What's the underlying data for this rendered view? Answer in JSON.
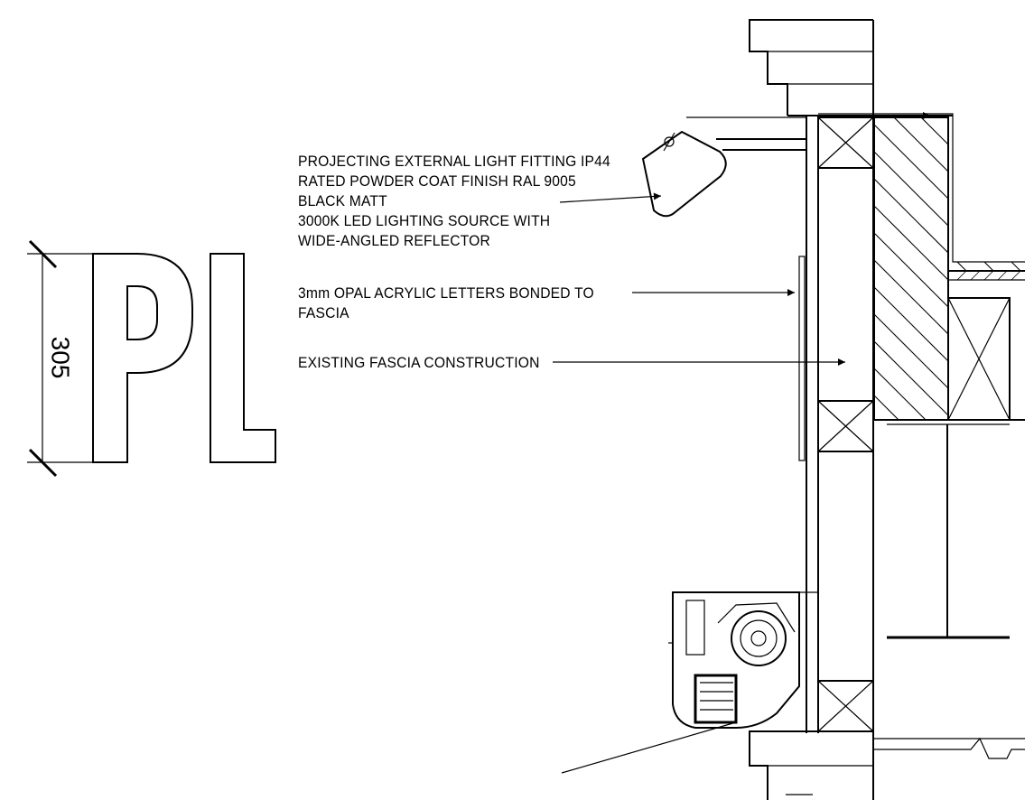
{
  "signage_letters": "PL",
  "dimension": {
    "letter_height": "305"
  },
  "annotations": {
    "light_fitting": [
      "PROJECTING EXTERNAL LIGHT FITTING IP44",
      "RATED POWDER COAT FINISH RAL 9005",
      "BLACK MATT",
      "3000K LED LIGHTING SOURCE WITH",
      "WIDE-ANGLED REFLECTOR"
    ],
    "letters": [
      "3mm OPAL ACRYLIC LETTERS BONDED TO",
      "FASCIA"
    ],
    "fascia": "EXISTING FASCIA CONSTRUCTION"
  }
}
